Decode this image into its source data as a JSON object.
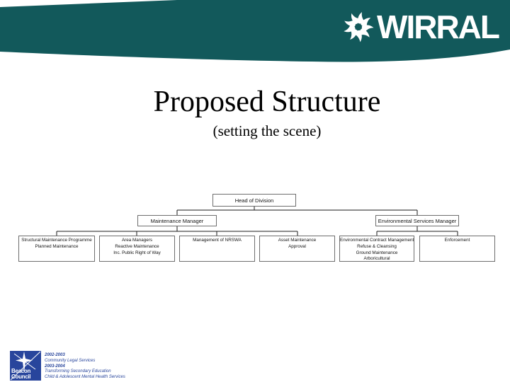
{
  "colors": {
    "teal": "#12595b",
    "beacon_blue": "#28459c"
  },
  "header": {
    "logo_text": "WIRRAL"
  },
  "title": {
    "text": "Proposed Structure",
    "subtitle": "(setting the scene)"
  },
  "org_chart": {
    "head": {
      "label": "Head of Division"
    },
    "managers": [
      {
        "label": "Maintenance Manager"
      },
      {
        "label": "Environmental Services Manager"
      }
    ],
    "teams": [
      {
        "lines": [
          "Structural Maintenance Programme",
          "Planned Maintenance",
          "",
          ""
        ]
      },
      {
        "lines": [
          "Area Managers",
          "Reactive Maintenance",
          "Inc. Public Right of Way",
          ""
        ]
      },
      {
        "lines": [
          "Management of NRSWA",
          "",
          "",
          ""
        ]
      },
      {
        "lines": [
          "Asset Maintenance",
          "Approval",
          "",
          ""
        ]
      },
      {
        "lines": [
          "Environmental Contract Management",
          "Refuse & Cleansing",
          "Ground Maintenance",
          "Arboricultural"
        ]
      },
      {
        "lines": [
          "Enforcement",
          "",
          "",
          ""
        ]
      }
    ]
  },
  "footer": {
    "beacon": {
      "line1": "Beacon",
      "line2": "Council"
    },
    "awards": [
      "2002-2003",
      "Community Legal Services",
      "2003-2004",
      "Transforming Secondary Education",
      "Child & Adolescent Mental Health Services"
    ]
  }
}
